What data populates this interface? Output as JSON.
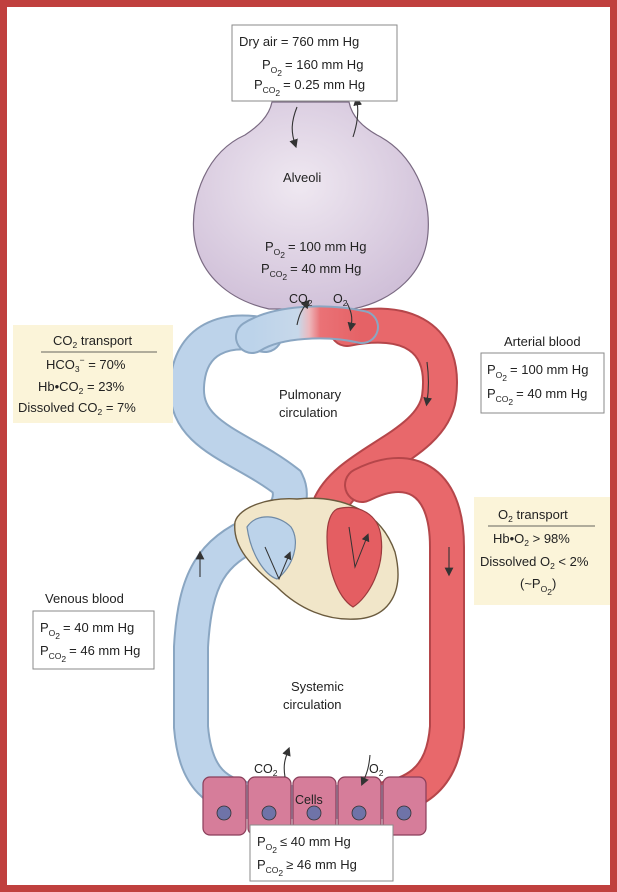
{
  "dry_air": {
    "line1": "Dry air = 760 mm Hg",
    "po2_prefix": "P",
    "po2_sub": "O",
    "po2_sub2": "2",
    "po2_value": "=   160 mm Hg",
    "pco2_prefix": "P",
    "pco2_sub": "CO",
    "pco2_sub2": "2",
    "pco2_value": "= 0.25 mm Hg"
  },
  "alveoli": {
    "title": "Alveoli",
    "po2_prefix": "P",
    "po2_sub": "O",
    "po2_sub2": "2",
    "po2_value": "= 100 mm Hg",
    "pco2_prefix": "P",
    "pco2_sub": "CO",
    "pco2_sub2": "2",
    "pco2_value": "=  40 mm Hg"
  },
  "exchange_top": {
    "co2": "CO",
    "co2_sub": "2",
    "o2": "O",
    "o2_sub": "2"
  },
  "co2_transport": {
    "title": "CO",
    "title_sub": "2",
    "title_rest": " transport",
    "line1": "HCO",
    "line1_sub": "3",
    "line1_sup": "−",
    "line1_rest": " = 70%",
    "line2": "Hb•CO",
    "line2_sub": "2",
    "line2_rest": " = 23%",
    "line3": "Dissolved CO",
    "line3_sub": "2",
    "line3_rest": " = 7%"
  },
  "arterial": {
    "title": "Arterial blood",
    "po2_prefix": "P",
    "po2_sub": "O",
    "po2_sub2": "2",
    "po2_value": "= 100 mm Hg",
    "pco2_prefix": "P",
    "pco2_sub": "CO",
    "pco2_sub2": "2",
    "pco2_value": "=  40 mm Hg"
  },
  "pulmonary": {
    "line1": "Pulmonary",
    "line2": "circulation"
  },
  "o2_transport": {
    "title": "O",
    "title_sub": "2",
    "title_rest": " transport",
    "line1": "Hb•O",
    "line1_sub": "2",
    "line1_rest": " > 98%",
    "line2": "Dissolved O",
    "line2_sub": "2",
    "line2_rest": " < 2%",
    "line3": "(~P",
    "line3_sub": "O",
    "line3_sub2": "2",
    "line3_rest": ")"
  },
  "venous": {
    "title": "Venous blood",
    "po2_prefix": "P",
    "po2_sub": "O",
    "po2_sub2": "2",
    "po2_value": "= 40 mm Hg",
    "pco2_prefix": "P",
    "pco2_sub": "CO",
    "pco2_sub2": "2",
    "pco2_value": "= 46 mm Hg"
  },
  "systemic": {
    "line1": "Systemic",
    "line2": "circulation"
  },
  "exchange_bottom": {
    "co2": "CO",
    "co2_sub": "2",
    "o2": "O",
    "o2_sub": "2"
  },
  "cells": {
    "title": "Cells",
    "po2_prefix": "P",
    "po2_sub": "O",
    "po2_sub2": "2",
    "po2_value": "≤ 40 mm Hg",
    "pco2_prefix": "P",
    "pco2_sub": "CO",
    "pco2_sub2": "2",
    "pco2_value": "≥ 46 mm Hg"
  },
  "colors": {
    "frame": "#c0403e",
    "venous": "#b9d2ea",
    "arterial": "#e8676a",
    "alveoli": "#d9cde0",
    "heart_tissue": "#f1e6c9",
    "cells": "#d67d9a",
    "transport_box": "#fbf4d9"
  }
}
